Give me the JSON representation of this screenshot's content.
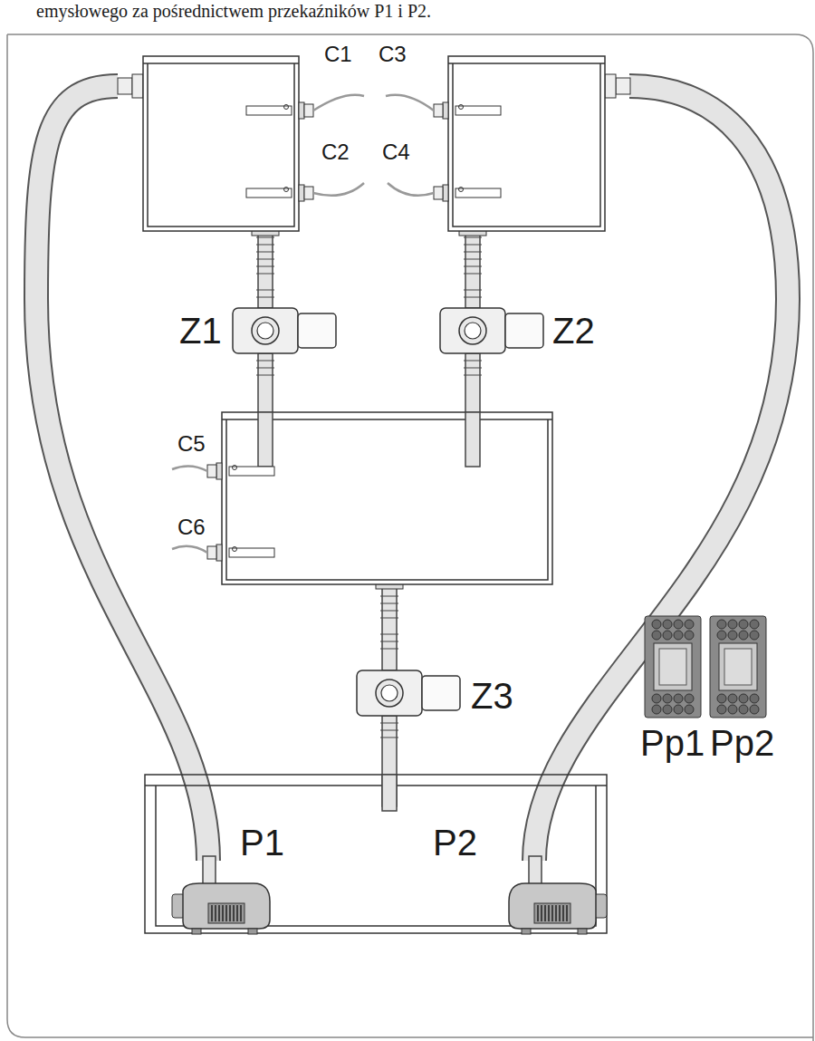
{
  "diagram": {
    "labels": [
      "emysłowego za pośrednictwem przekaźników P1 i P2.",
      "C1",
      "C3",
      "C2",
      "C4",
      "Z1",
      "Z2",
      "C5",
      "C6",
      "Z3",
      "Pp1",
      "Pp2",
      "P1",
      "P2"
    ]
  }
}
